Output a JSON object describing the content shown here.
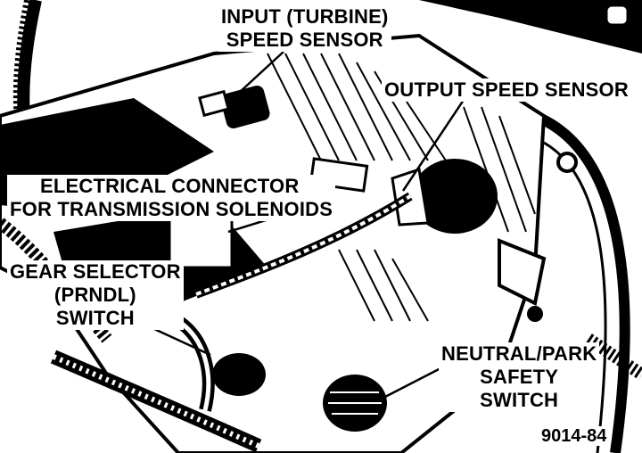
{
  "labels": {
    "input_speed_sensor": [
      "INPUT (TURBINE)",
      "SPEED SENSOR"
    ],
    "output_speed_sensor": "OUTPUT SPEED SENSOR",
    "electrical_connector": [
      "ELECTRICAL CONNECTOR",
      "FOR TRANSMISSION SOLENOIDS"
    ],
    "gear_selector_switch": [
      "GEAR SELECTOR",
      "(PRNDL)",
      "SWITCH"
    ],
    "neutral_park_switch": [
      "NEUTRAL/PARK",
      "SAFETY",
      "SWITCH"
    ]
  },
  "figure_number": "9014-84",
  "colors": {
    "ink": "#000000",
    "paper": "#ffffff"
  }
}
